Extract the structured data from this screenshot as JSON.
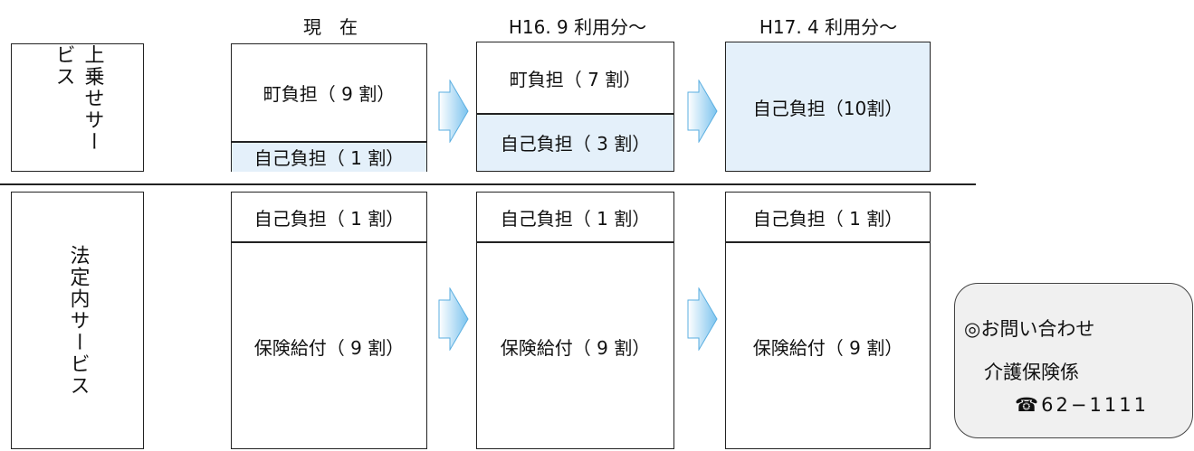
{
  "headers": {
    "current": "現　在",
    "h16": "H16. 9 利用分～",
    "h17": "H17. 4 利用分～"
  },
  "rows": {
    "upper": {
      "label": "上乗せサービス",
      "current_top": "町負担（ 9 割）",
      "current_bottom": "自己負担（ 1 割）",
      "h16_top": "町負担（ 7 割）",
      "h16_bottom": "自己負担（ 3 割）",
      "h17": "自己負担（10割）"
    },
    "legal": {
      "label": "法定内サービス",
      "current_top": "自己負担（ 1 割）",
      "current_bottom": "保険給付（ 9 割）",
      "h16_top": "自己負担（ 1 割）",
      "h16_bottom": "保険給付（ 9 割）",
      "h17_top": "自己負担（ 1 割）",
      "h17_bottom": "保険給付（ 9 割）"
    }
  },
  "contact": {
    "title": "◎お問い合わせ",
    "department": "介護保険係",
    "phone_icon": "☎",
    "phone": "62−1111"
  },
  "colors": {
    "cell_blue": "#e4f0fa",
    "arrow_fill": "#7cc3ee",
    "contact_bg": "#f0f0f0"
  }
}
